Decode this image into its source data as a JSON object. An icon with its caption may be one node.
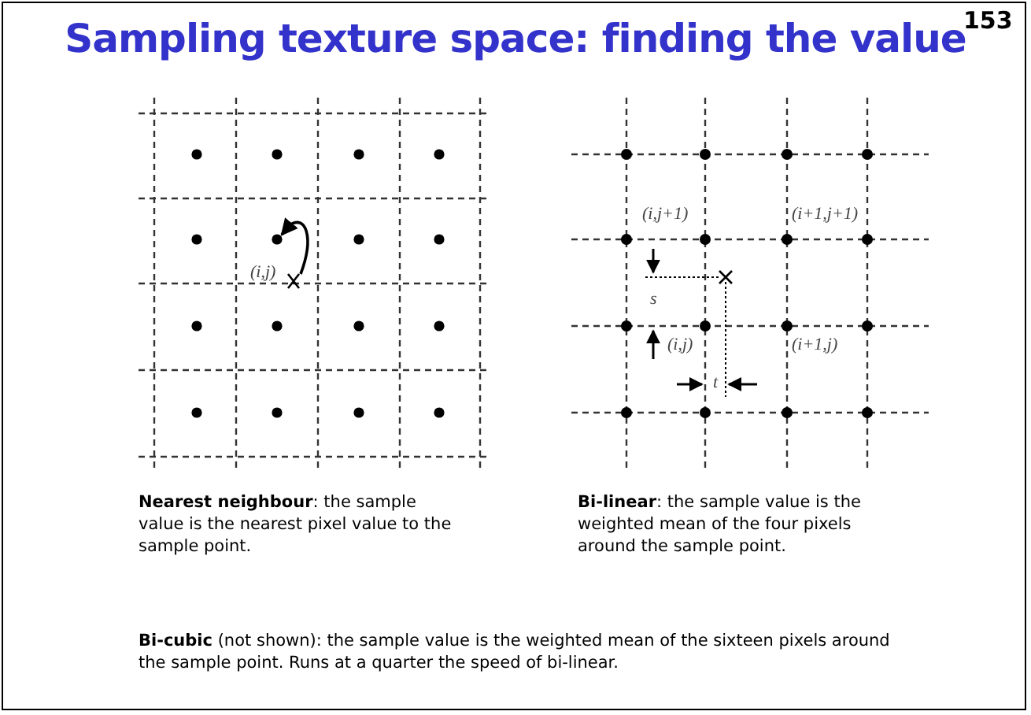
{
  "diagram": {
    "title": "Sampling texture space: finding the value",
    "labels": [
      "153",
      "(i,j)",
      "(i,j+1)",
      "(i+1,j+1)",
      "s",
      "(i,j)",
      "(i+1,j)",
      "t",
      "**Nearest neighbour**: the sample value is the nearest pixel value to the sample point.",
      "**Bi-linear**: the sample value is the weighted mean of the four pixels around the sample point.",
      "**Bi-cubic** (not shown): the sample value is the weighted mean of the sixteen pixels around the sample point. Runs at a quarter the speed of bi-linear."
    ]
  }
}
